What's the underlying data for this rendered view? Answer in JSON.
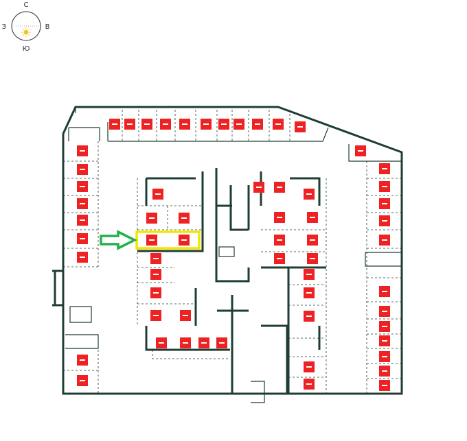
{
  "compass": {
    "north": "С",
    "west": "З",
    "east": "В",
    "south": "Ю",
    "sun_icon": "sun-icon"
  },
  "colors": {
    "wall": "#1e3d33",
    "spot_sold": "#ee2222",
    "highlight": "#f5e600",
    "arrow": "#22b14c"
  },
  "spots": {
    "status_icon": "minus-icon",
    "status": "sold"
  },
  "selection": {
    "row_count": 2
  }
}
